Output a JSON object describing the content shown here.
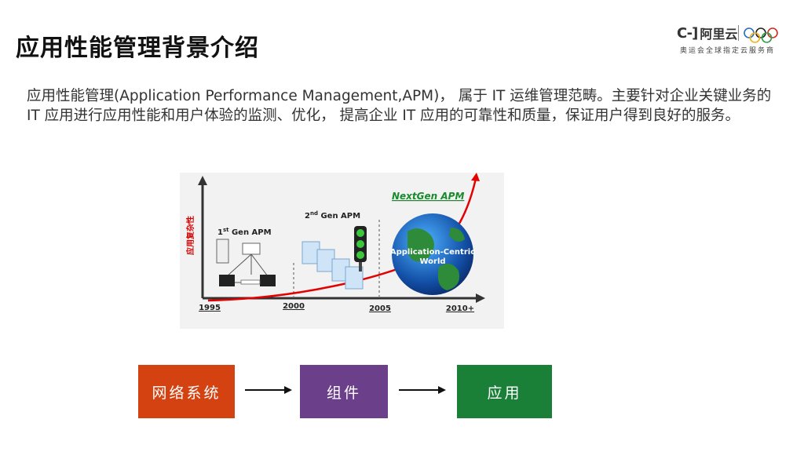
{
  "title": "应用性能管理背景介绍",
  "logo": {
    "mark": "C-]",
    "name": "阿里云",
    "tagline": "奥运会全球指定云服务商"
  },
  "intro": "应用性能管理(Application Performance Management,APM)， 属于 IT 运维管理范畴。主要针对企业关键业务的 IT 应用进行应用性能和用户体验的监测、优化， 提高企业 IT 应用的可靠性和质量，保证用户得到良好的服务。",
  "figure": {
    "y_axis_label": "应用复杂性",
    "gen1": {
      "n": "1",
      "sup": "st",
      "text": " Gen APM"
    },
    "gen2": {
      "n": "2",
      "sup": "nd",
      "text": " Gen APM"
    },
    "nextgen": "NextGen APM",
    "globe_line1": "Application-Centric",
    "globe_line2": "World",
    "years": [
      "1995",
      "2000",
      "2005",
      "2010+"
    ]
  },
  "flow": {
    "steps": [
      "网络系统",
      "组件",
      "应用"
    ],
    "colors": [
      "#d44212",
      "#6c3f8a",
      "#1a7f37"
    ]
  }
}
